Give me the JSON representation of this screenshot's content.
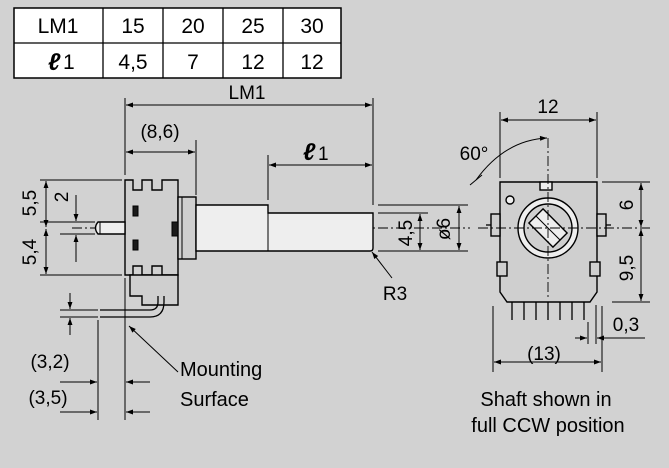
{
  "table": {
    "row1": [
      "LM1",
      "15",
      "20",
      "25",
      "30"
    ],
    "row2_label": "1",
    "row2_values": [
      "4,5",
      "7",
      "12",
      "12"
    ]
  },
  "side_view": {
    "lm1": "LM1",
    "offset_86": "(8,6)",
    "l1": "1",
    "dim_55": "5,5",
    "dim_2": "2",
    "dim_54": "5,4",
    "dim_45": "4,5",
    "dim_dia6": "ø6",
    "r3": "R3",
    "dim_32": "(3,2)",
    "dim_35": "(3,5)",
    "mounting_line1": "Mounting",
    "mounting_line2": "Surface"
  },
  "front_view": {
    "width_12": "12",
    "angle_60": "60°",
    "dim_6": "6",
    "dim_95": "9,5",
    "dim_03": "0,3",
    "dim_13": "(13)",
    "note_line1": "Shaft shown in",
    "note_line2": "full CCW position"
  }
}
